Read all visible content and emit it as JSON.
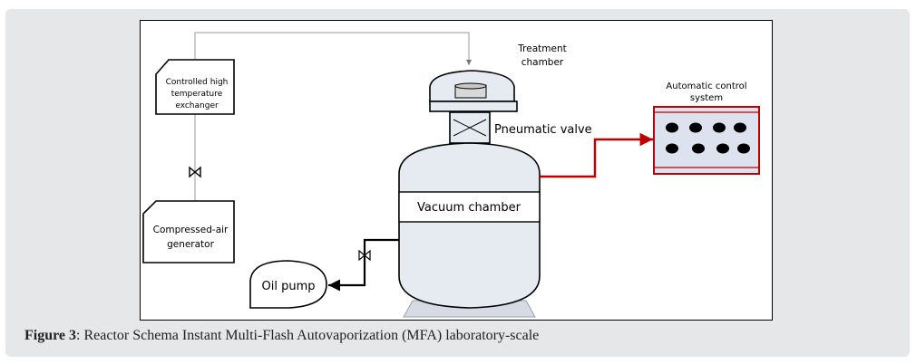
{
  "diagram": {
    "labels": {
      "treatment_chamber_line1": "Treatment",
      "treatment_chamber_line2": "chamber",
      "exchanger_line1": "Controlled high",
      "exchanger_line2": "temperature",
      "exchanger_line3": "exchanger",
      "pneumatic_valve": "Pneumatic valve",
      "vacuum_chamber": "Vacuum chamber",
      "compressed_air_line1": "Compressed-air",
      "compressed_air_line2": "generator",
      "oil_pump": "Oil pump",
      "control_system_line1": "Automatic control",
      "control_system_line2": "system"
    },
    "colors": {
      "control_line": "#c00000",
      "vessel_fill": "#e6ebf2",
      "control_panel_fill": "#dde3ee",
      "card_background": "#e5e7e9"
    }
  },
  "caption": {
    "label": "Figure 3",
    "text": ": Reactor Schema Instant Multi-Flash Autovaporization (MFA) laboratory-scale"
  }
}
